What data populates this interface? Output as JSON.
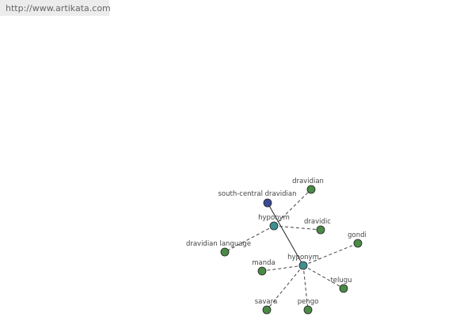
{
  "header": {
    "url": "http://www.artikata.com"
  },
  "graph": {
    "colors": {
      "root": "#3b4a95",
      "hub": "#3f8f8f",
      "leaf": "#4a8a46"
    },
    "nodes": {
      "root": "south-central dravidian",
      "hub1": "hyponym",
      "hub2": "hyponym",
      "dravidian": "dravidian",
      "dravidic": "dravidic",
      "dravlang": "dravidian language",
      "gondi": "gondi",
      "manda": "manda",
      "telugu": "telugu",
      "savara": "savara",
      "pengo": "pengo"
    }
  }
}
